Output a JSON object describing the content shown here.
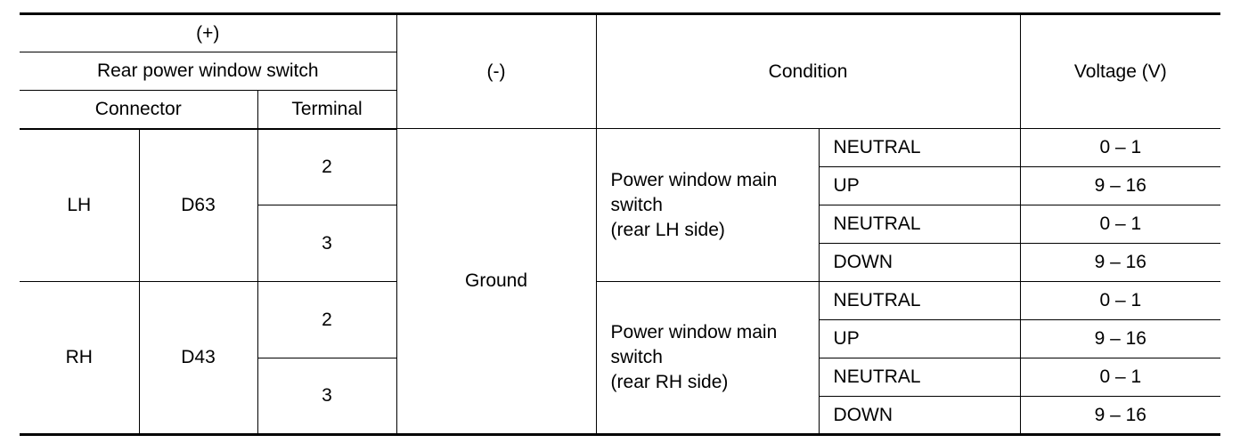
{
  "header": {
    "plus": "(+)",
    "rear_switch": "Rear power window switch",
    "connector": "Connector",
    "terminal": "Terminal",
    "minus": "(-)",
    "condition": "Condition",
    "voltage": "Voltage (V)"
  },
  "ground": "Ground",
  "groups": [
    {
      "side": "LH",
      "connector": "D63",
      "switch_lines": [
        "Power window main",
        "switch",
        "(rear LH side)"
      ],
      "terminals": [
        "2",
        "3"
      ],
      "rows": [
        {
          "condition": "NEUTRAL",
          "voltage": "0 – 1"
        },
        {
          "condition": "UP",
          "voltage": "9 – 16"
        },
        {
          "condition": "NEUTRAL",
          "voltage": "0 – 1"
        },
        {
          "condition": "DOWN",
          "voltage": "9 – 16"
        }
      ]
    },
    {
      "side": "RH",
      "connector": "D43",
      "switch_lines": [
        "Power window main",
        "switch",
        "(rear RH side)"
      ],
      "terminals": [
        "2",
        "3"
      ],
      "rows": [
        {
          "condition": "NEUTRAL",
          "voltage": "0 – 1"
        },
        {
          "condition": "UP",
          "voltage": "9 – 16"
        },
        {
          "condition": "NEUTRAL",
          "voltage": "0 – 1"
        },
        {
          "condition": "DOWN",
          "voltage": "9 – 16"
        }
      ]
    }
  ]
}
